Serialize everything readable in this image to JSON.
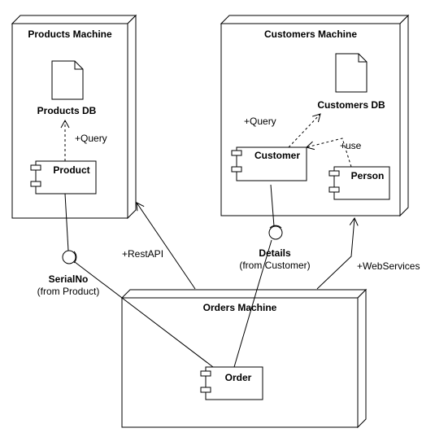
{
  "nodes": {
    "products_machine": "Products Machine",
    "customers_machine": "Customers Machine",
    "orders_machine": "Orders Machine"
  },
  "artifacts": {
    "products_db": "Products DB",
    "customers_db": "Customers DB"
  },
  "components": {
    "product": "Product",
    "customer": "Customer",
    "person": "Person",
    "order": "Order"
  },
  "interfaces": {
    "serialno": {
      "name": "SerialNo",
      "from": "(from Product)"
    },
    "details": {
      "name": "Details",
      "from": "(from Customer)"
    }
  },
  "edge_labels": {
    "product_query": "+Query",
    "customer_query": "+Query",
    "use": "+use",
    "rest_api": "+RestAPI",
    "web_services": "+WebServices"
  }
}
